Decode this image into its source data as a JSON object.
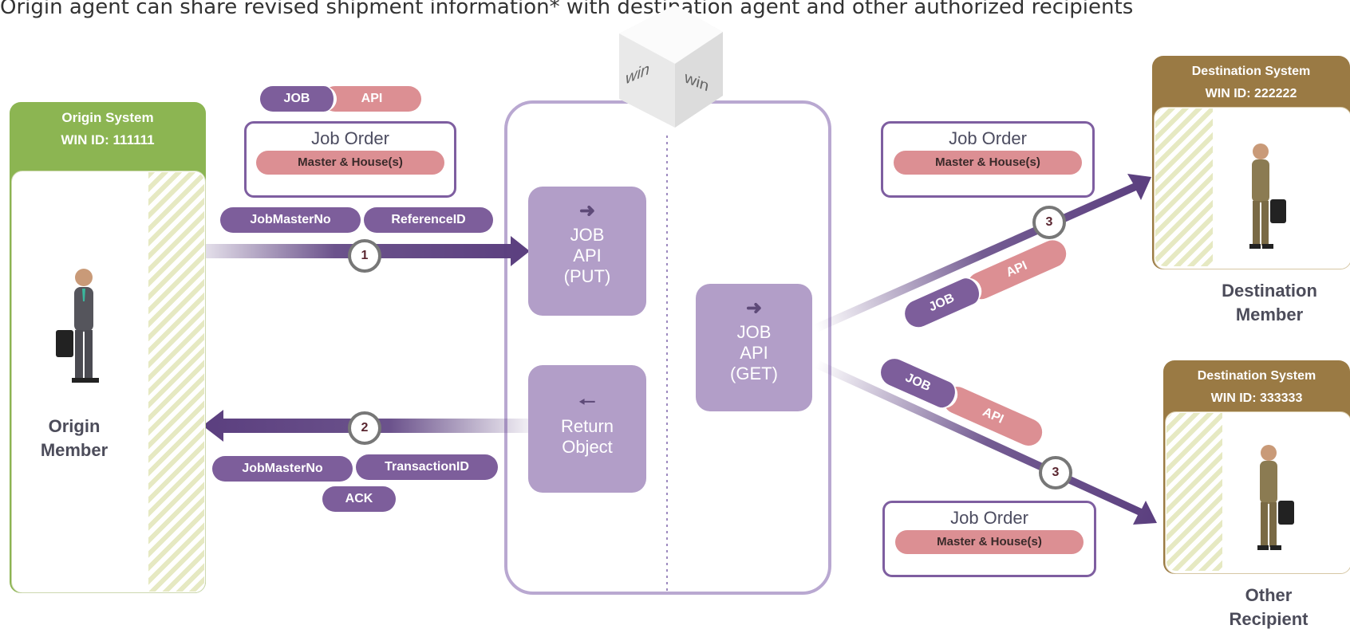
{
  "caption": "Origin agent can share revised shipment information* with destination agent and other authorized recipients",
  "origin": {
    "system_label": "Origin System",
    "win_id": "WIN ID: 111111",
    "member_line1": "Origin",
    "member_line2": "Member"
  },
  "destination": {
    "system_label": "Destination System",
    "win_id": "WIN ID: 222222",
    "member_line1": "Destination",
    "member_line2": "Member"
  },
  "other": {
    "system_label": "Destination System",
    "win_id": "WIN ID: 333333",
    "member_line1": "Other",
    "member_line2": "Recipient"
  },
  "job_order": {
    "title": "Job Order",
    "pill": "Master & House(s)"
  },
  "tags": {
    "job": "JOB",
    "api": "API",
    "job_master_no": "JobMasterNo",
    "reference_id": "ReferenceID",
    "transaction_id": "TransactionID",
    "ack": "ACK"
  },
  "hub": {
    "logo_text": "win",
    "put": {
      "icon": "right-arrow-icon",
      "line1": "JOB",
      "line2": "API",
      "line3": "(PUT)"
    },
    "get": {
      "icon": "right-arrow-icon",
      "line1": "JOB",
      "line2": "API",
      "line3": "(GET)"
    },
    "ret": {
      "icon": "left-arrow-icon",
      "line1": "Return",
      "line2": "Object"
    }
  },
  "steps": {
    "one": "1",
    "two": "2",
    "three": "3"
  },
  "colors": {
    "origin_header": "#8cb552",
    "destination_header": "#9a7a44",
    "purple_dark": "#5b3f7f",
    "purple_light": "#b29ec8",
    "pink": "#dc8f93"
  }
}
